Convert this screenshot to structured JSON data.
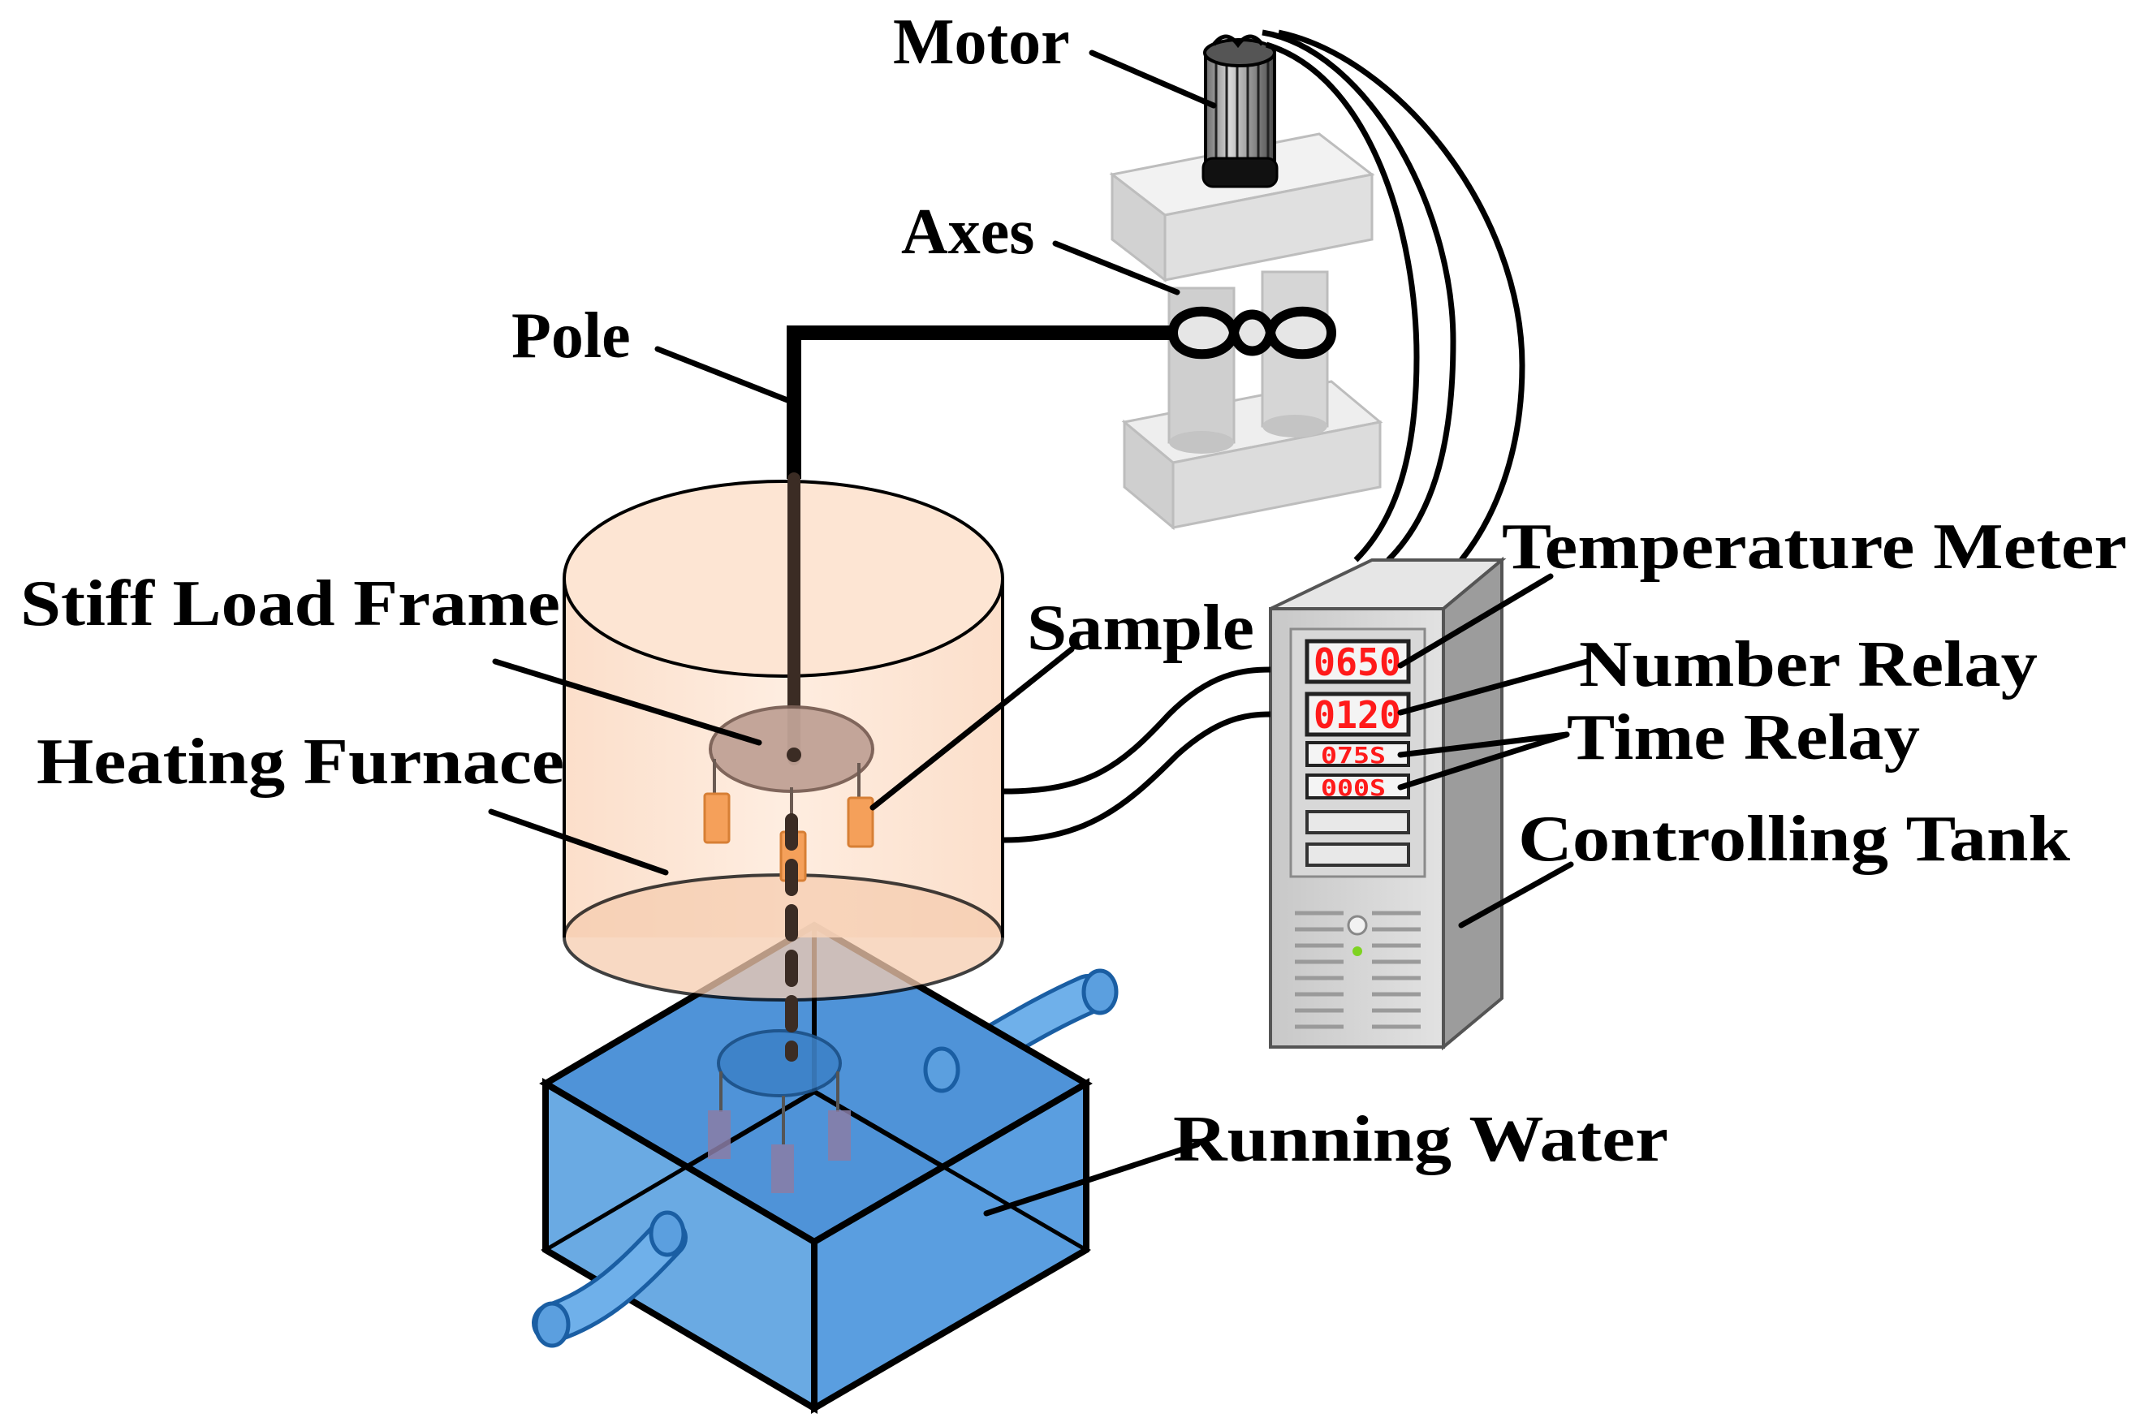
{
  "labels": {
    "motor": "Motor",
    "axes": "Axes",
    "pole": "Pole",
    "stiff_load_frame": "Stiff Load Frame",
    "heating_furnace": "Heating Furnace",
    "sample": "Sample",
    "temperature_meter": "Temperature Meter",
    "number_relay": "Number Relay",
    "time_relay": "Time Relay",
    "controlling_tank": "Controlling Tank",
    "running_water": "Running Water"
  },
  "displays": {
    "temperature": "0650",
    "number": "0120",
    "time_1": "075S",
    "time_2": "000S"
  },
  "colors": {
    "furnace_fill": "#fde4d2",
    "water_fill": "#5b9fdf",
    "sample_fill": "#f5a05a",
    "display_text": "#ff1a1a",
    "cabinet_fill": "#d4d4d4",
    "axes_fill": "#e8e8e8"
  }
}
